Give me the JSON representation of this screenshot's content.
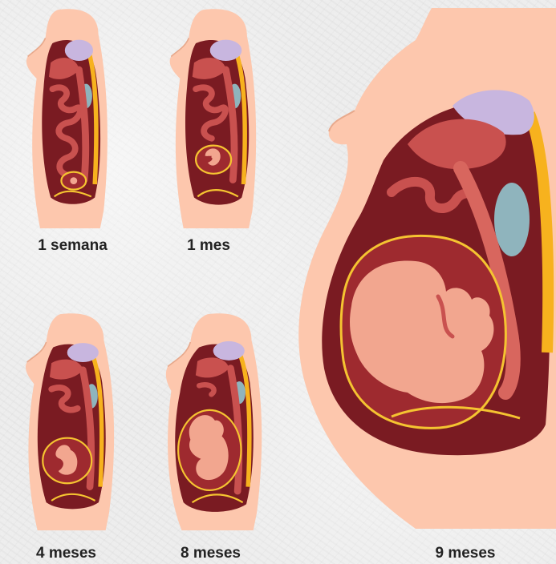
{
  "stages": [
    {
      "label": "1 semana",
      "embryo": "tiny-embryo-icon"
    },
    {
      "label": "1 mes",
      "embryo": "curled-embryo-icon"
    },
    {
      "label": "4 meses",
      "embryo": "small-fetus-icon"
    },
    {
      "label": "8 meses",
      "embryo": "large-fetus-icon"
    },
    {
      "label": "9 meses",
      "embryo": "full-term-fetus-icon"
    }
  ],
  "colors": {
    "background": "#ececec",
    "skin": "#fdc7ad",
    "skin_light": "#fedacb",
    "cavity": "#7a1b22",
    "organ": "#c9514f",
    "organ_light": "#e07a72",
    "stomach": "#c8b6df",
    "kidney": "#8fb4bd",
    "fat_layer": "#f7b21e",
    "uterus_line": "#f5c431",
    "fetus": "#f2a68f",
    "caption": "#222222"
  }
}
